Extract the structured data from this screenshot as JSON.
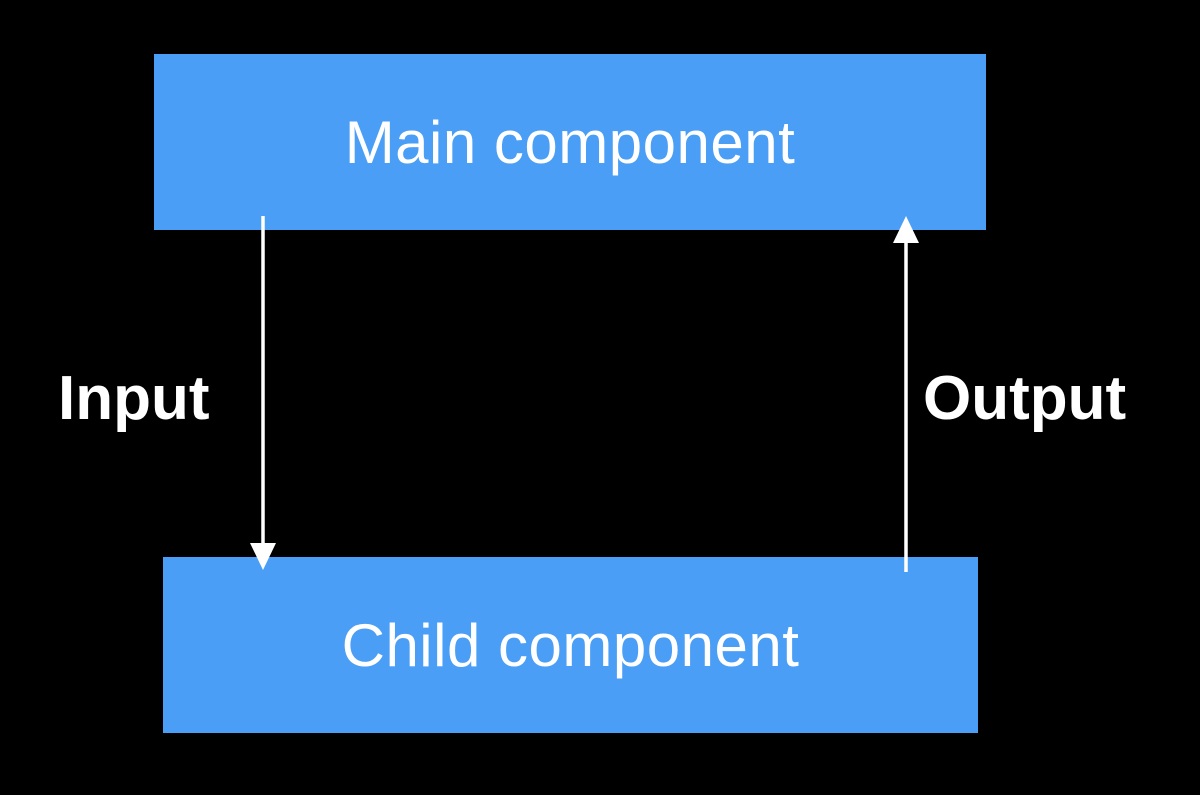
{
  "colors": {
    "background": "#000000",
    "box_fill": "#4a9ef5",
    "text": "#ffffff",
    "arrow": "#ffffff"
  },
  "nodes": {
    "main": {
      "label": "Main component"
    },
    "child": {
      "label": "Child component"
    }
  },
  "edges": {
    "input": {
      "label": "Input",
      "from": "main",
      "to": "child",
      "direction": "down"
    },
    "output": {
      "label": "Output",
      "from": "child",
      "to": "main",
      "direction": "up"
    }
  }
}
